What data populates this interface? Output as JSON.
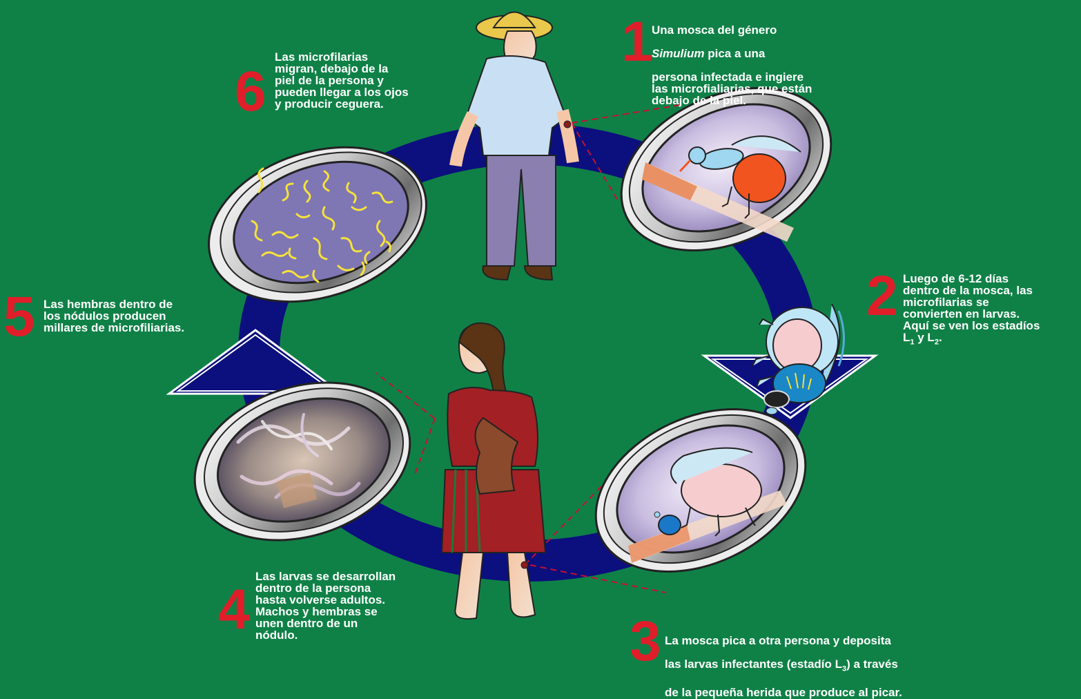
{
  "colors": {
    "background": "#0f8147",
    "cycle_ring": "#0c0f7e",
    "step_number": "#e01e2a",
    "caption_text": "#ffffff",
    "microfilaria": "#f6e23a",
    "pointer_line": "#c8102e"
  },
  "steps": [
    {
      "number": "1",
      "line1": "Una  mosca  del género",
      "line2_italic": "Simulium",
      "line2_rest": "  pica  a una",
      "rest": "persona infectada e ingiere\nlas microfialiarias, que están\ndebajo de la piel."
    },
    {
      "number": "2",
      "text_before": "Luego de 6-12 días\ndentro de la mosca, las\nmicrofilarias  se\nconvierten en larvas.\nAquí se ven los estadíos\n",
      "L": "L",
      "sub1": "1",
      "y": " y ",
      "sub2": "2",
      "end": "."
    },
    {
      "number": "3",
      "line1": "La mosca pica a otra persona y deposita",
      "line2_before": "las larvas infectantes (estadío L",
      "line2_sub": "3",
      "line2_after": ") a través",
      "line3": "de la pequeña herida que produce al picar."
    },
    {
      "number": "4",
      "text": "Las larvas se desarrollan\ndentro de la persona\nhasta volverse adultos.\nMachos y hembras se\nunen dentro de un\nnódulo."
    },
    {
      "number": "5",
      "text": "Las hembras dentro de\nlos nódulos producen\nmillares de microfiliarias."
    },
    {
      "number": "6",
      "text": "Las microfilarias\nmigran, debajo de la\npiel de la persona y\npueden llegar a los ojos\ny producir ceguera."
    }
  ],
  "icons": {
    "man": "farmer-man-icon",
    "woman": "woman-icon",
    "fly": "blackfly-icon",
    "lens": "magnifier-lens-icon"
  }
}
